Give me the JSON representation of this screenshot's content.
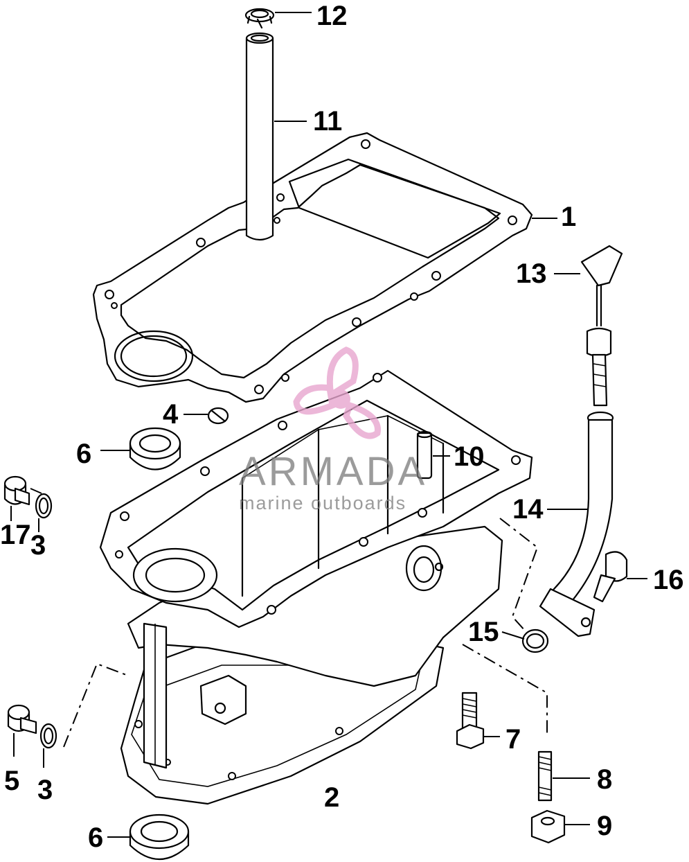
{
  "watermark": {
    "brand": "ARMADA",
    "tagline": "marine outboards",
    "accent_color": "#e8a6cf"
  },
  "callouts": {
    "c1": "1",
    "c2": "2",
    "c3a": "3",
    "c3b": "3",
    "c4": "4",
    "c5": "5",
    "c6a": "6",
    "c6b": "6",
    "c7": "7",
    "c8": "8",
    "c9": "9",
    "c10": "10",
    "c11": "11",
    "c12": "12",
    "c13": "13",
    "c14": "14",
    "c15": "15",
    "c16": "16",
    "c17": "17"
  }
}
